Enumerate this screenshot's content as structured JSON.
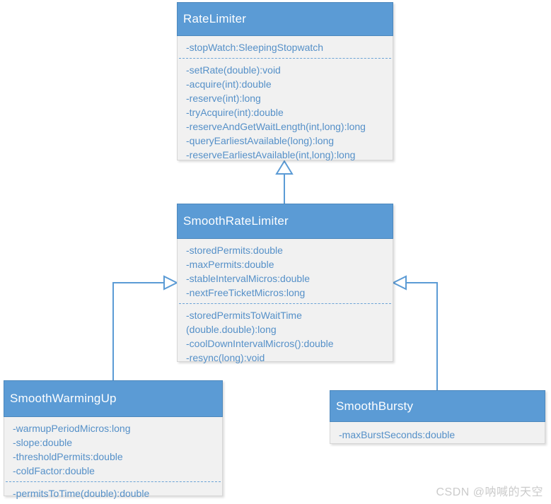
{
  "diagram": {
    "classes": [
      {
        "name": "RateLimiter",
        "attributes": [
          "-stopWatch:SleepingStopwatch"
        ],
        "methods": [
          "-setRate(double):void",
          "-acquire(int):double",
          "-reserve(int):long",
          "-tryAcquire(int):double",
          "-reserveAndGetWaitLength(int,long):long",
          "-queryEarliestAvailable(long):long",
          "-reserveEarliestAvailable(int,long):long"
        ]
      },
      {
        "name": "SmoothRateLimiter",
        "attributes": [
          "-storedPermits:double",
          "-maxPermits:double",
          "-stableIntervalMicros:double",
          "-nextFreeTicketMicros:long"
        ],
        "methods": [
          "-storedPermitsToWaitTime (double.double):long",
          "-coolDownIntervalMicros():double",
          "-resync(long):void"
        ]
      },
      {
        "name": "SmoothWarmingUp",
        "attributes": [
          "-warmupPeriodMicros:long",
          "-slope:double",
          "-thresholdPermits:double",
          "-coldFactor:double"
        ],
        "methods": [
          "-permitsToTime(double):double"
        ]
      },
      {
        "name": "SmoothBursty",
        "attributes": [
          "-maxBurstSeconds:double"
        ],
        "methods": []
      }
    ],
    "relations": [
      {
        "from": "SmoothRateLimiter",
        "to": "RateLimiter",
        "type": "inheritance"
      },
      {
        "from": "SmoothWarmingUp",
        "to": "SmoothRateLimiter",
        "type": "inheritance"
      },
      {
        "from": "SmoothBursty",
        "to": "SmoothRateLimiter",
        "type": "inheritance"
      }
    ]
  },
  "colors": {
    "header_fill": "#5b9bd5",
    "header_text": "#fdfeff",
    "body_fill": "#f1f1f1",
    "member_text": "#5590c8",
    "connector": "#5b9bd5"
  },
  "watermark": "CSDN @呐喊的天空"
}
